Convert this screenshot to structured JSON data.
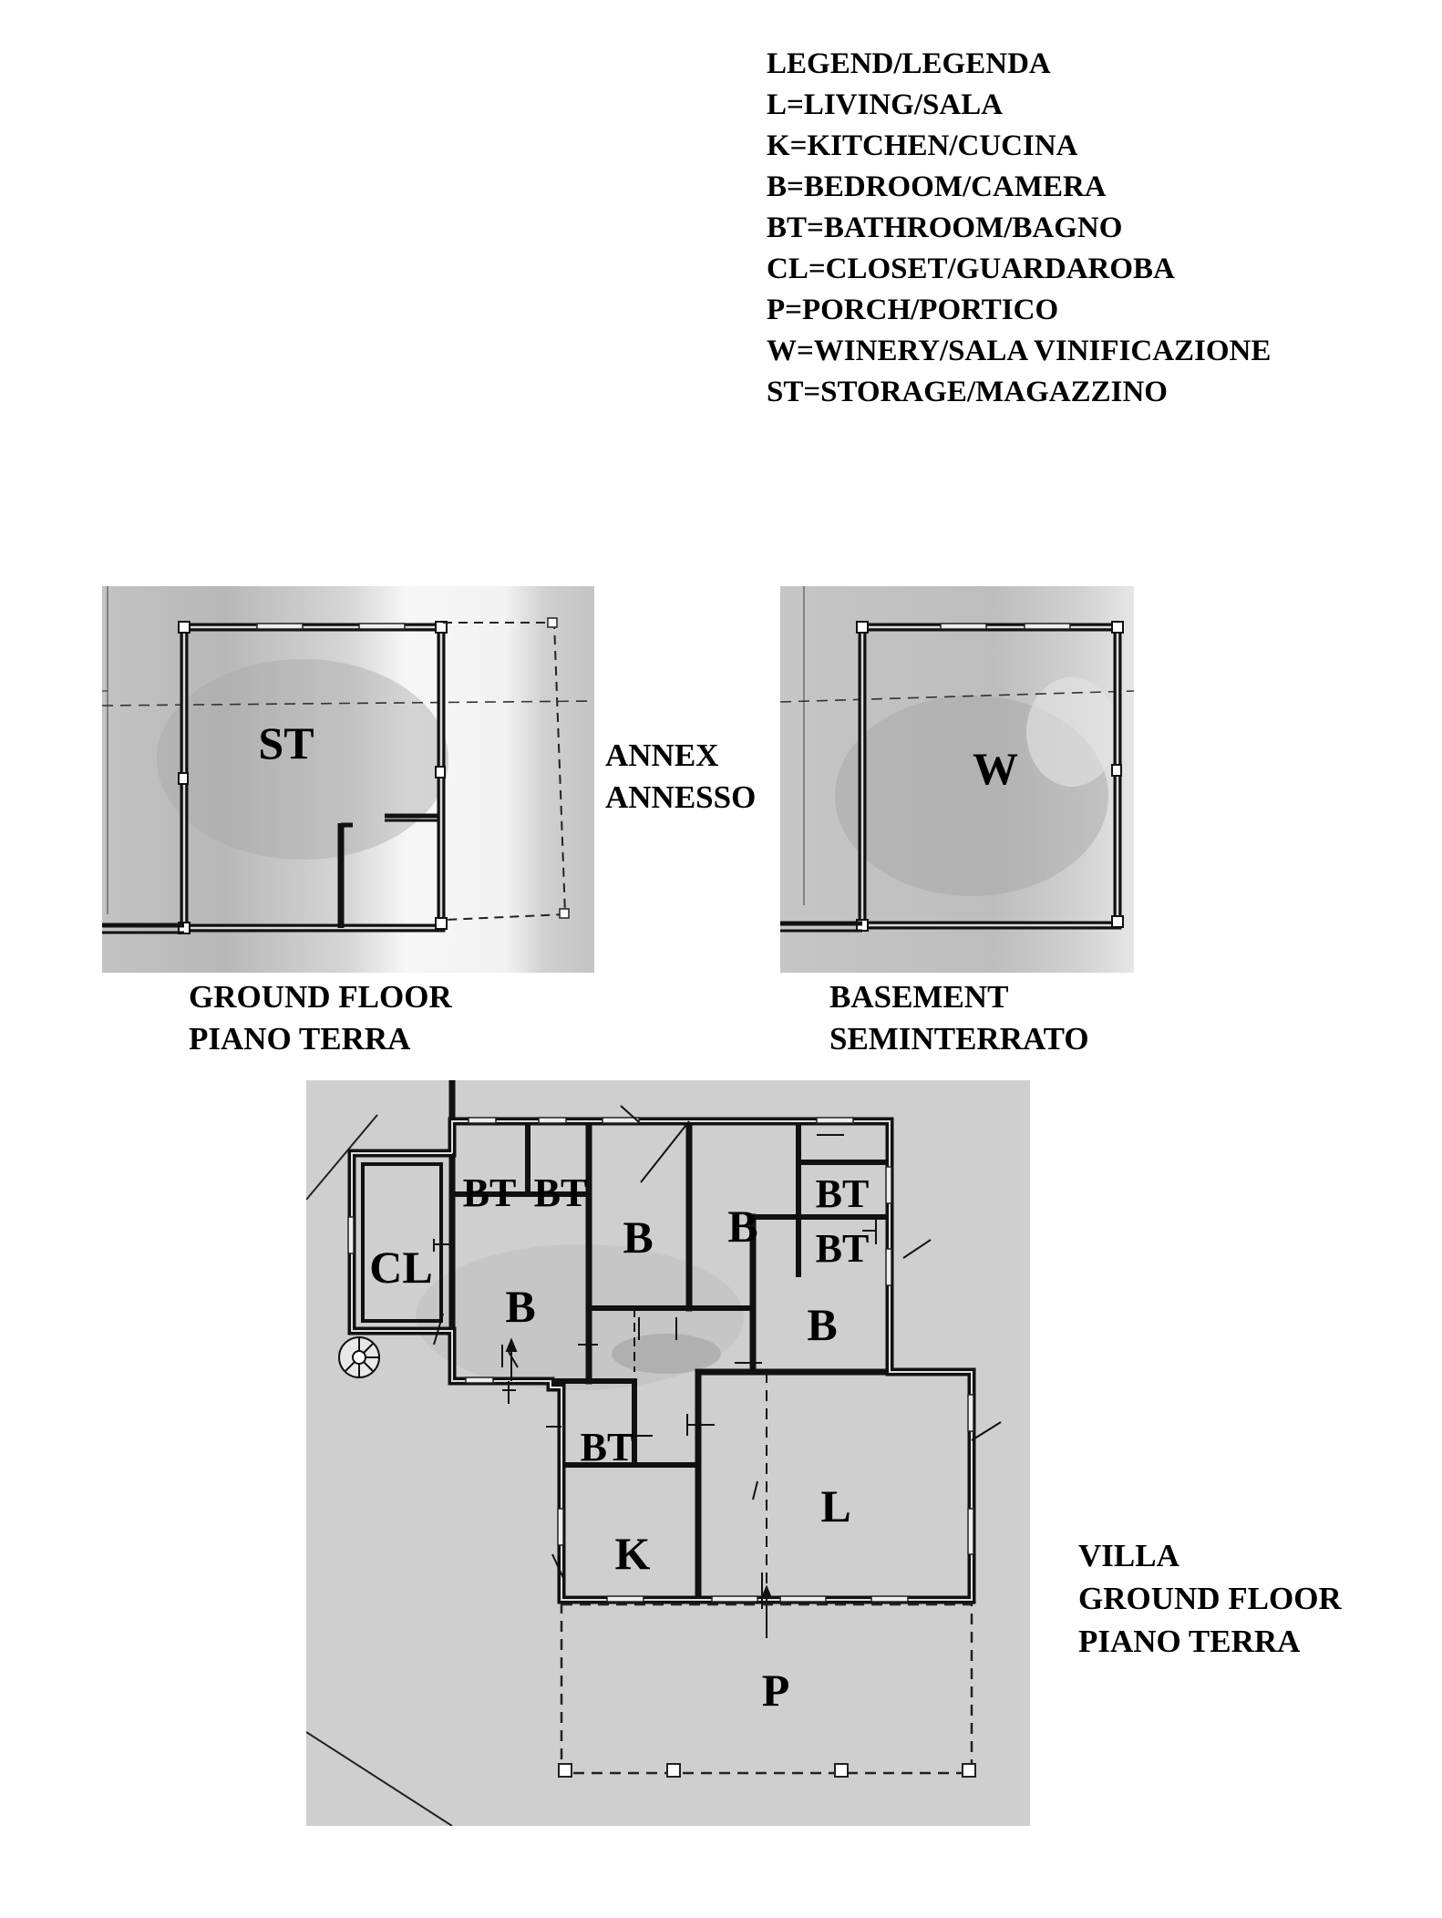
{
  "legend": {
    "title": "LEGEND/LEGENDA",
    "items": [
      "L=LIVING/SALA",
      "K=KITCHEN/CUCINA",
      "B=BEDROOM/CAMERA",
      "BT=BATHROOM/BAGNO",
      "CL=CLOSET/GUARDAROBA",
      "P=PORCH/PORTICO",
      "W=WINERY/SALA VINIFICAZIONE",
      "ST=STORAGE/MAGAZZINO"
    ]
  },
  "annex": {
    "title_en": "ANNEX",
    "title_it": "ANNESSO",
    "ground": {
      "label_en": "GROUND FLOOR",
      "label_it": "PIANO TERRA",
      "room": "ST"
    },
    "basement": {
      "label_en": "BASEMENT",
      "label_it": "SEMINTERRATO",
      "room": "W"
    }
  },
  "villa": {
    "title": "VILLA",
    "floor_en": "GROUND FLOOR",
    "floor_it": "PIANO TERRA",
    "rooms": {
      "bt1": "BT",
      "bt2": "BT",
      "b1": "B",
      "b2": "B",
      "bt3": "BT",
      "bt4": "BT",
      "cl": "CL",
      "b3": "B",
      "b4": "B",
      "bt5": "BT",
      "l": "L",
      "k": "K",
      "p": "P"
    }
  },
  "colors": {
    "paper": "#bdbdbd",
    "paper_light": "#d4d4d4",
    "wall": "#1a1a1a"
  }
}
